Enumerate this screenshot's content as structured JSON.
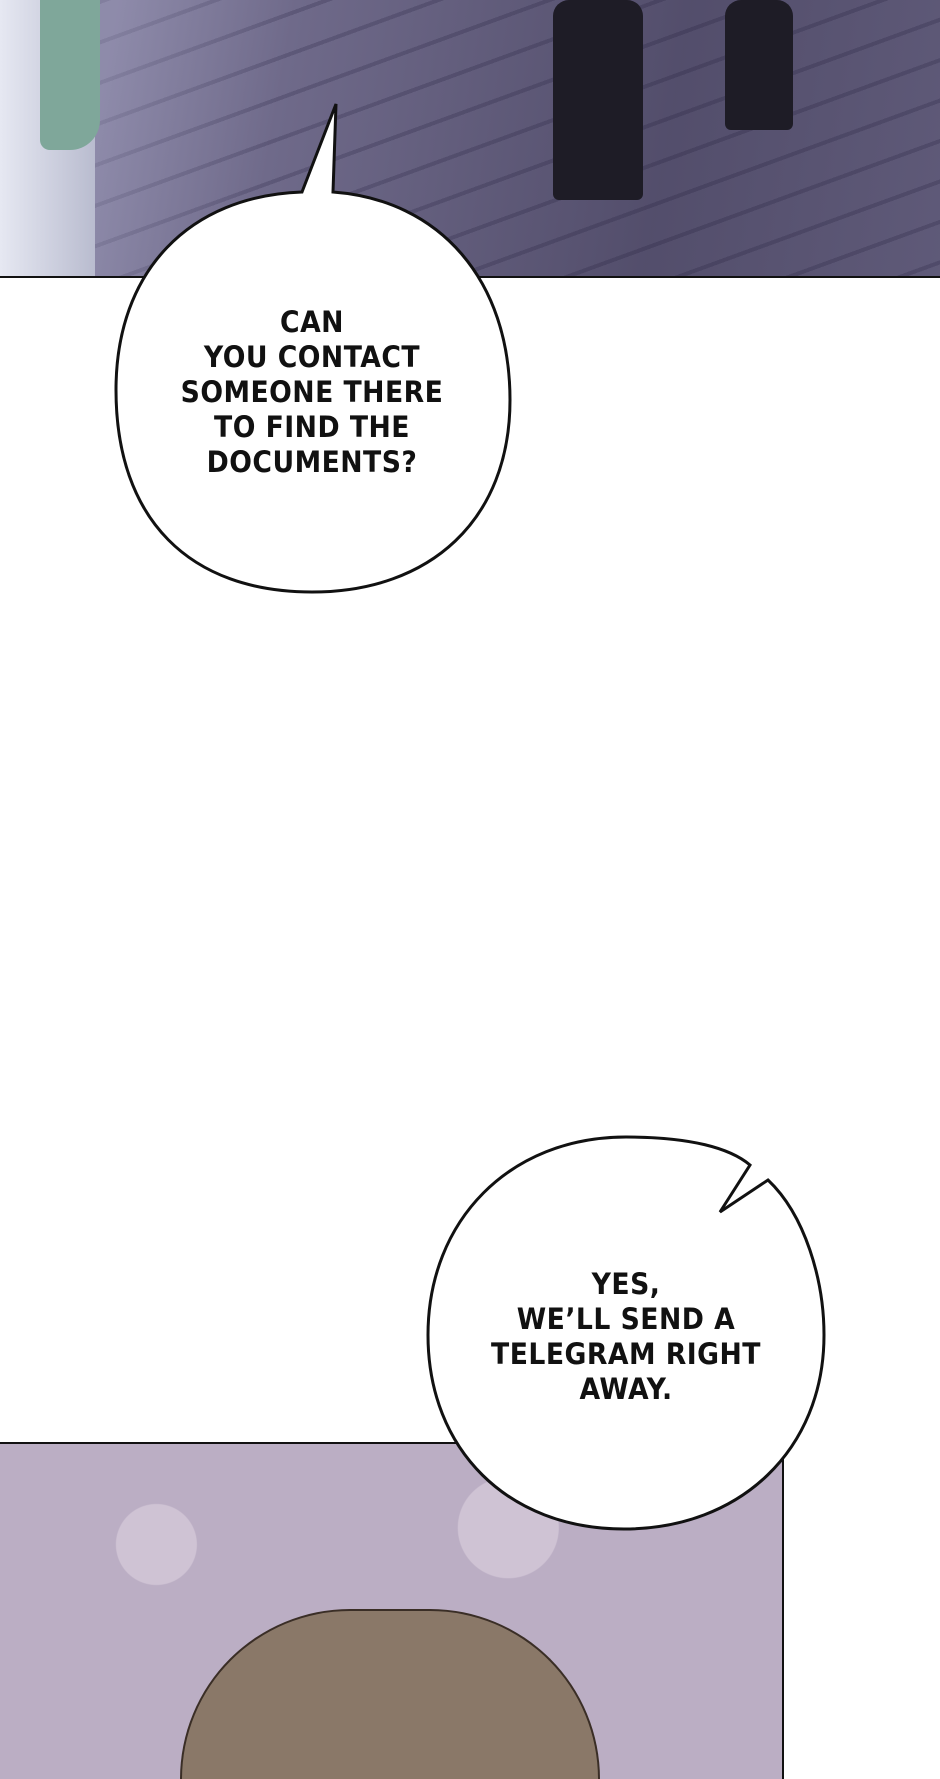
{
  "bubble_1": {
    "lines": [
      "CAN",
      "YOU CONTACT",
      "SOMEONE THERE",
      "TO FIND THE",
      "DOCUMENTS?"
    ]
  },
  "bubble_2": {
    "lines": [
      "YES,",
      "WE’LL SEND A",
      "TELEGRAM RIGHT",
      "AWAY."
    ]
  }
}
